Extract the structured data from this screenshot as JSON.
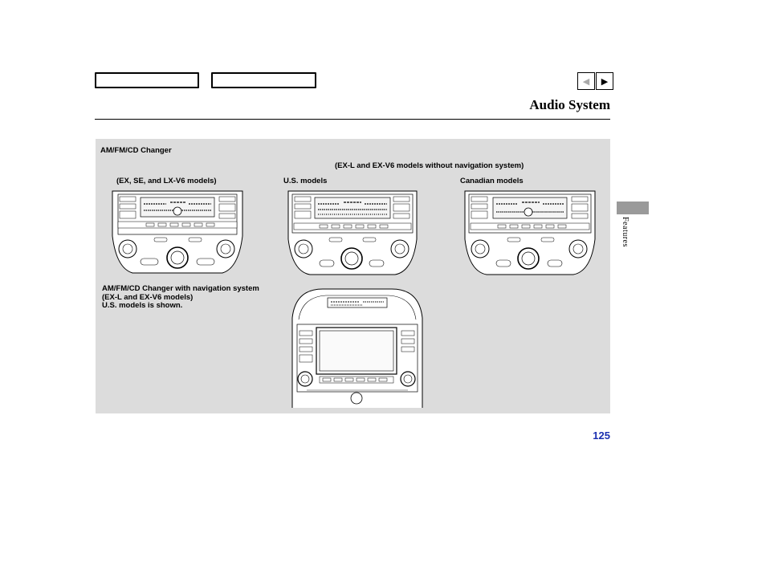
{
  "header": {
    "title": "Audio System",
    "page_number": "125",
    "side_label": "Features"
  },
  "figure": {
    "label_changer": "AM/FM/CD Changer",
    "label_without_nav": "(EX-L and EX-V6 models without navigation system)",
    "label_ex_se": "(EX, SE, and LX-V6 models)",
    "label_us": "U.S. models",
    "label_canadian": "Canadian models",
    "label_nav_line1": "AM/FM/CD Changer with navigation system",
    "label_nav_line2": "(EX-L and EX-V6 models)",
    "label_nav_line3": "U.S. models is shown."
  },
  "colors": {
    "panel": "#dcdcdc",
    "page_number": "#1a2fb0",
    "tab": "#9a9a9a"
  }
}
